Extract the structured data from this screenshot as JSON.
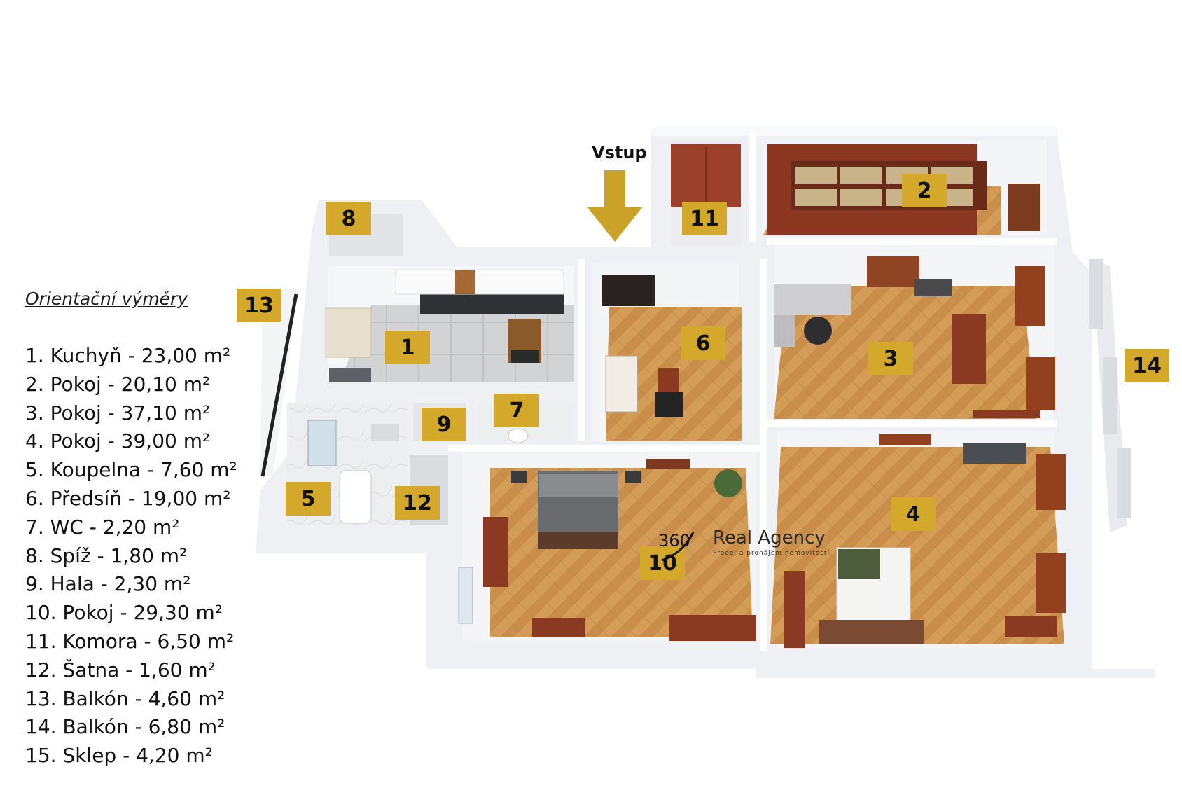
{
  "legend": {
    "title": "Orientační výměry",
    "items": [
      "1. Kuchyň - 23,00 m²",
      "2. Pokoj - 20,10 m²",
      "3. Pokoj - 37,10 m²",
      "4. Pokoj - 39,00 m²",
      "5. Koupelna - 7,60 m²",
      "6. Předsíň - 19,00 m²",
      "7. WC - 2,20 m²",
      "8.  Spíž - 1,80 m²",
      "9. Hala - 2,30 m²",
      "10. Pokoj - 29,30 m²",
      "11. Komora - 6,50 m²",
      "12. Šatna - 1,60 m²",
      "13. Balkón - 4,60 m²",
      "14. Balkón - 6,80 m²",
      "15. Sklep - 4,20 m²"
    ]
  },
  "entrance_label": "Vstup",
  "room_numbers": {
    "r1": "1",
    "r2": "2",
    "r3": "3",
    "r4": "4",
    "r5": "5",
    "r6": "6",
    "r7": "7",
    "r8": "8",
    "r9": "9",
    "r10": "10",
    "r11": "11",
    "r12": "12",
    "r13": "13",
    "r14": "14"
  },
  "logo": {
    "number": "360",
    "name": "Real Agency",
    "tagline": "Prodej a pronájem nemovitostí"
  },
  "colors": {
    "badge": "#d4a82a",
    "floor_wood": "#d19a55",
    "floor_tile": "#cfd0d2",
    "wall": "#f1f2f4",
    "arrow": "#c9a227"
  }
}
